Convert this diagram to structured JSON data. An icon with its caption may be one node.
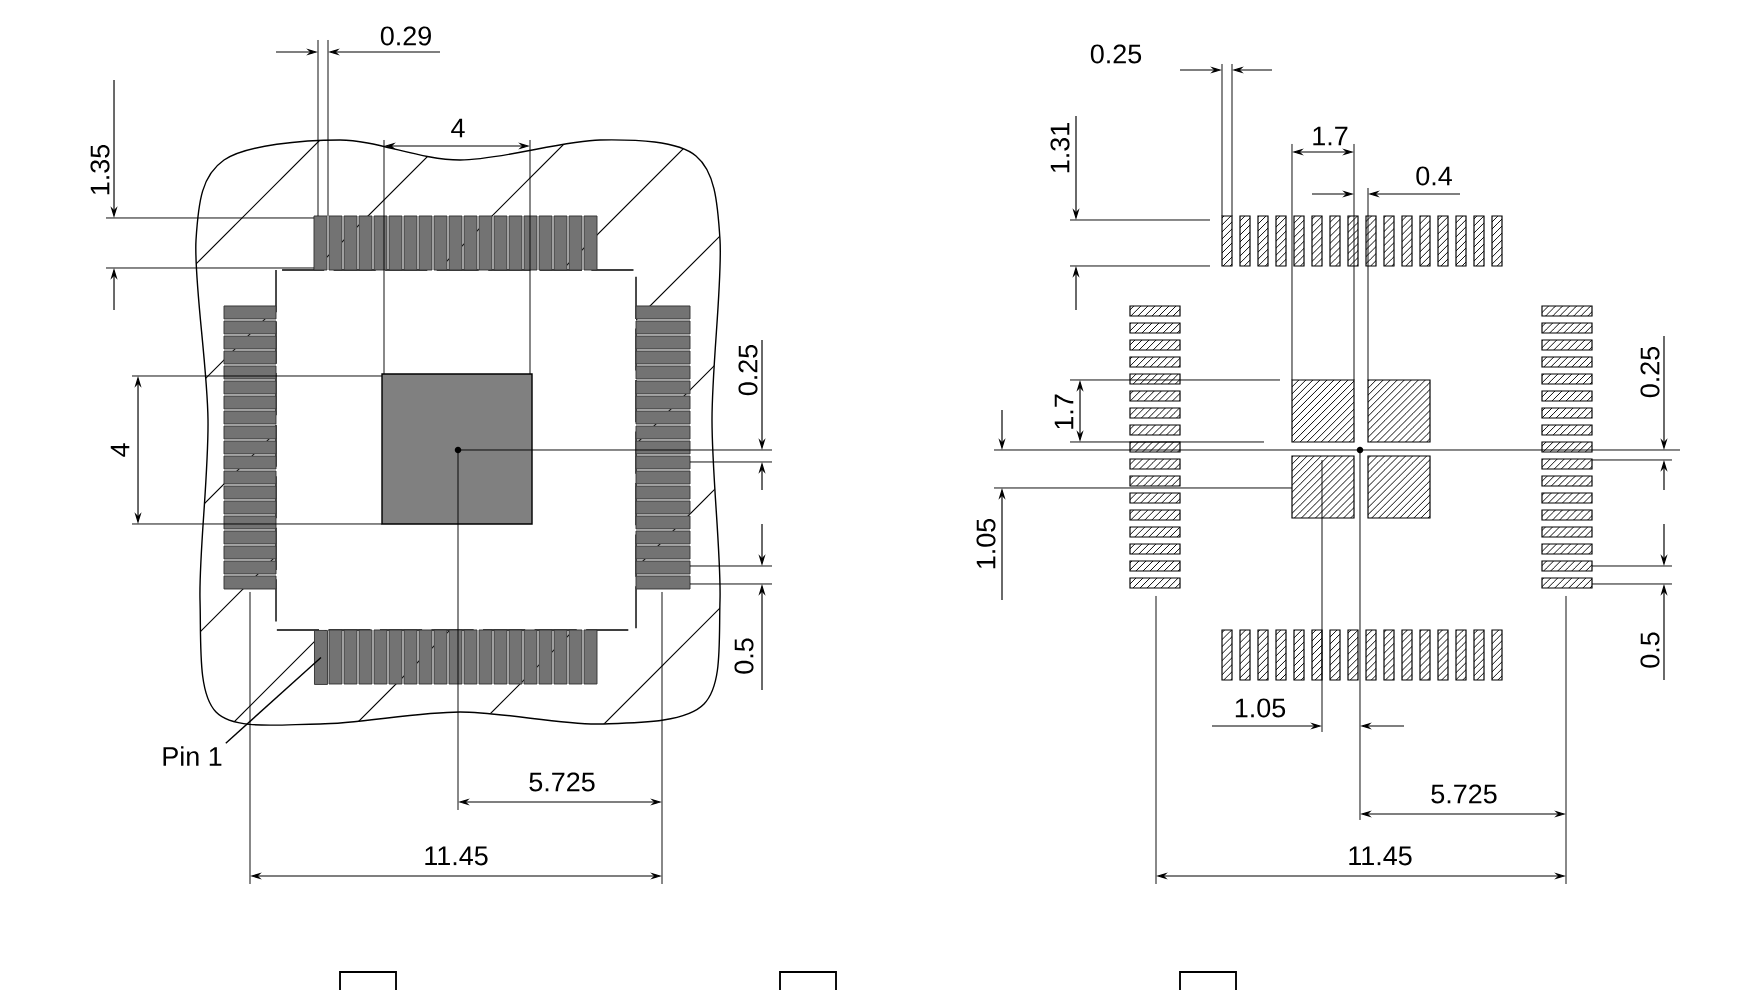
{
  "diagram": {
    "nodes": [
      {
        "text": [
          "Pin 1"
        ]
      },
      {
        "text": [],
        "shape": "box"
      }
    ],
    "edges": [
      {
        "from": 0,
        "to": 1,
        "arrow": "none"
      }
    ],
    "labels": [
      "0.29",
      "1.35",
      "4",
      "4",
      "0.25",
      "0.5",
      "5.725",
      "11.45",
      "0.25",
      "1.31",
      "1.7",
      "0.4",
      "1.7",
      "1.05",
      "0.25",
      "0.5",
      "1.05",
      "5.725",
      "11.45"
    ]
  }
}
